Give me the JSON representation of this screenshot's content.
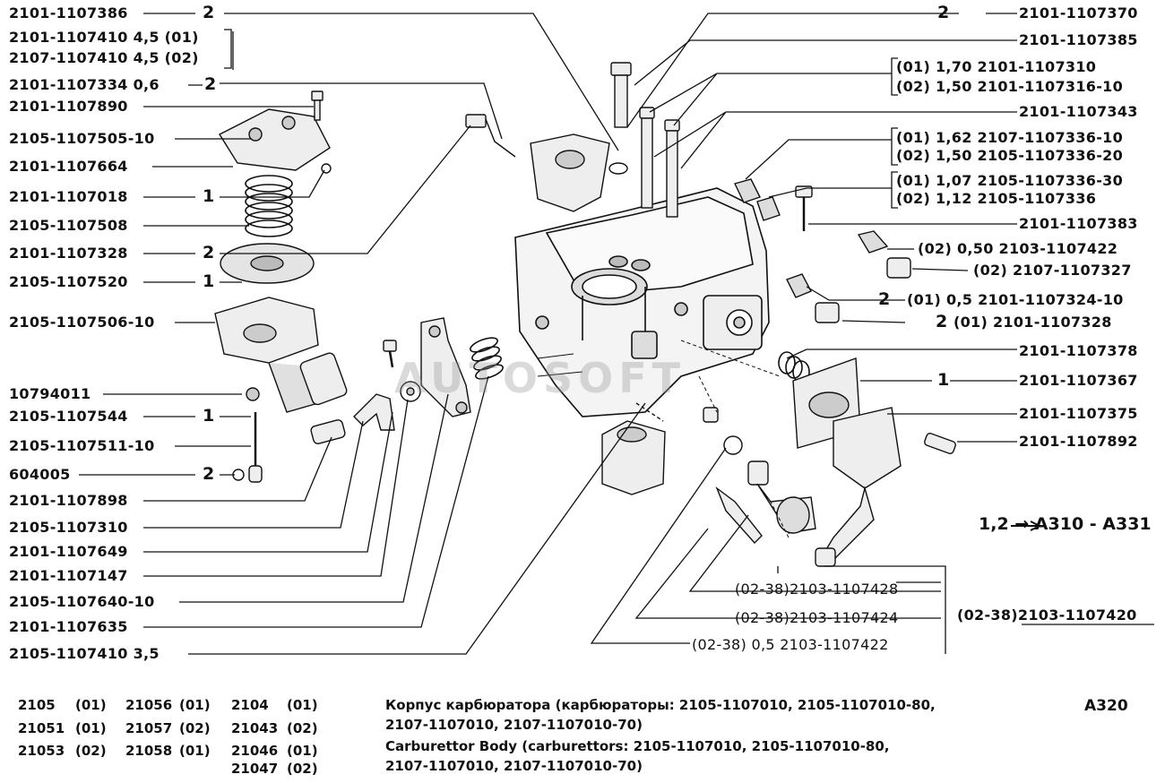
{
  "watermark": "AUTOSOFT",
  "page_code": "A320",
  "cross_ref": "1,2 → A310 - A331",
  "left_labels": [
    {
      "text": "2101-1107386",
      "qty": "2"
    },
    {
      "text": "2101-1107410 4,5 (01)",
      "qty": ""
    },
    {
      "text": "2107-1107410 4,5 (02)",
      "qty": ""
    },
    {
      "text": "2101-1107334 0,6",
      "qty": "2"
    },
    {
      "text": "2101-1107890",
      "qty": ""
    },
    {
      "text": "2105-1107505-10",
      "qty": ""
    },
    {
      "text": "2101-1107664",
      "qty": ""
    },
    {
      "text": "2101-1107018",
      "qty": "1"
    },
    {
      "text": "2105-1107508",
      "qty": ""
    },
    {
      "text": "2101-1107328",
      "qty": "2"
    },
    {
      "text": "2105-1107520",
      "qty": "1"
    },
    {
      "text": "2105-1107506-10",
      "qty": ""
    },
    {
      "text": "10794011",
      "qty": ""
    },
    {
      "text": "2105-1107544",
      "qty": "1"
    },
    {
      "text": "2105-1107511-10",
      "qty": ""
    },
    {
      "text": "604005",
      "qty": "2"
    },
    {
      "text": "2101-1107898",
      "qty": ""
    },
    {
      "text": "2105-1107310",
      "qty": ""
    },
    {
      "text": "2101-1107649",
      "qty": ""
    },
    {
      "text": "2101-1107147",
      "qty": ""
    },
    {
      "text": "2105-1107640-10",
      "qty": ""
    },
    {
      "text": "2101-1107635",
      "qty": ""
    },
    {
      "text": "2105-1107410 3,5",
      "qty": ""
    }
  ],
  "right_labels": [
    {
      "text": "2101-1107370",
      "qty": "2"
    },
    {
      "text": "2101-1107385",
      "qty": ""
    },
    {
      "text": "(01) 1,70 2101-1107310",
      "qty": ""
    },
    {
      "text": "(02) 1,50 2101-1107316-10",
      "qty": ""
    },
    {
      "text": "2101-1107343",
      "qty": ""
    },
    {
      "text": "(01) 1,62 2107-1107336-10",
      "qty": ""
    },
    {
      "text": "(02) 1,50 2105-1107336-20",
      "qty": ""
    },
    {
      "text": "(01) 1,07 2105-1107336-30",
      "qty": ""
    },
    {
      "text": "(02) 1,12 2105-1107336",
      "qty": ""
    },
    {
      "text": "2101-1107383",
      "qty": ""
    },
    {
      "text": "(02) 0,50 2103-1107422",
      "qty": ""
    },
    {
      "text": "(02) 2107-1107327",
      "qty": ""
    },
    {
      "text": "(01) 0,5 2101-1107324-10",
      "qty": "2"
    },
    {
      "text": "(01) 2101-1107328",
      "qty": "2"
    },
    {
      "text": "2101-1107378",
      "qty": ""
    },
    {
      "text": "2101-1107367",
      "qty": "1"
    },
    {
      "text": "2101-1107375",
      "qty": ""
    },
    {
      "text": "2101-1107892",
      "qty": ""
    }
  ],
  "lower_right_labels": [
    {
      "text": "(02-38)2103-1107428"
    },
    {
      "text": "(02-38)2103-1107424"
    },
    {
      "text": "(02-38) 0,5 2103-1107422"
    }
  ],
  "assembly_label": "(02-38)2103-1107420",
  "models": [
    [
      "2105",
      "(01)",
      "21056",
      "(01)",
      "2104",
      "(01)"
    ],
    [
      "21051",
      "(01)",
      "21057",
      "(02)",
      "21043",
      "(02)"
    ],
    [
      "21053",
      "(02)",
      "21058",
      "(01)",
      "21046",
      "(01)"
    ],
    [
      "",
      "",
      "",
      "",
      "21047",
      "(02)"
    ]
  ],
  "title_ru_1": "Корпус карбюратора (карбюраторы: 2105-1107010, 2105-1107010-80,",
  "title_ru_2": "2107-1107010, 2107-1107010-70)",
  "title_en_1": "Carburettor Body (carburettors: 2105-1107010, 2105-1107010-80,",
  "title_en_2": "2107-1107010, 2107-1107010-70)"
}
